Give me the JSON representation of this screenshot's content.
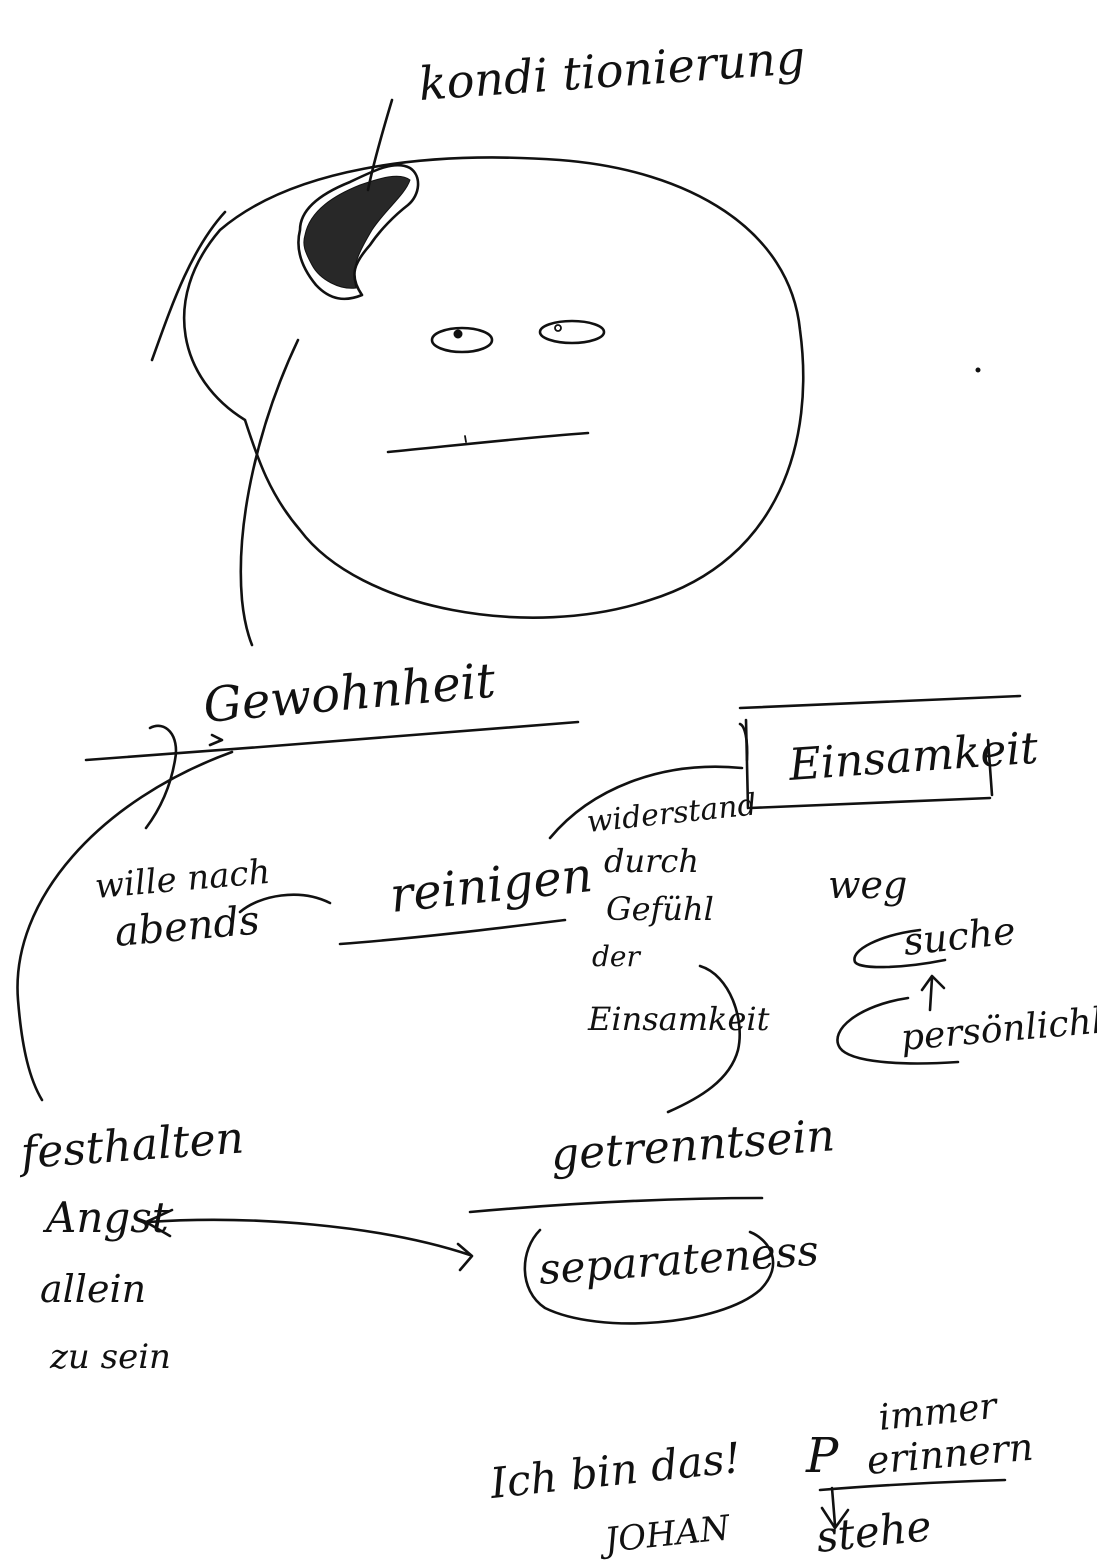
{
  "labels": {
    "konditionierung": "kondi tionierung",
    "gewohnheit": "Gewohnheit",
    "einsamkeit": "Einsamkeit",
    "widerstand": [
      "widerstand",
      "durch",
      "Gefühl",
      "der",
      "Einsamkeit"
    ],
    "wille_nach_abends": [
      "wille nach",
      "abends"
    ],
    "reinigen": "reinigen",
    "weg": "weg",
    "suche": "suche",
    "persoenlichkeit": "persönlichkeit",
    "festhalten_angst": [
      "festhalten",
      "Angst",
      "allein",
      "zu sein"
    ],
    "getrenntsein": "getrenntsein",
    "separateness": "separateness",
    "ich_bin_das": "Ich bin das!",
    "johan": "JOHAN",
    "p": "P",
    "immer_erinnern": [
      "immer",
      "erinnern"
    ],
    "stehe": "stehe"
  },
  "colors": {
    "ink": "#111111",
    "paper": "#ffffff"
  }
}
